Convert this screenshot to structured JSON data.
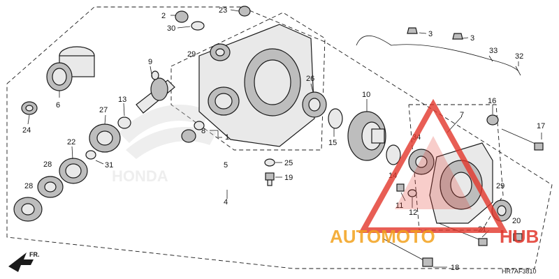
{
  "diagram": {
    "code": "HR7AF3810",
    "direction_label": "FR.",
    "watermark_brand": "HONDA",
    "overlay_brand_left": "AUTOMOTO",
    "overlay_brand_right": "HUB",
    "colors": {
      "overlay_red": "#e2362b",
      "overlay_orange": "#f3a21d",
      "ink": "#1a1a1a"
    }
  },
  "callouts": {
    "c1": "1",
    "c2": "2",
    "c3a": "3",
    "c3b": "3",
    "c4": "4",
    "c5": "5",
    "c6": "6",
    "c7": "7",
    "c8": "8",
    "c9": "9",
    "c10": "10",
    "c11": "11",
    "c12": "12",
    "c13": "13",
    "c14": "14",
    "c15": "15",
    "c16": "16",
    "c17": "17",
    "c18": "18",
    "c19": "19",
    "c20": "20",
    "c21": "21",
    "c22": "22",
    "c23": "23",
    "c24": "24",
    "c25": "25",
    "c26": "26",
    "c27": "27",
    "c28a": "28",
    "c28b": "28",
    "c29a": "29",
    "c29b": "29",
    "c30": "30",
    "c31": "31",
    "c32": "32",
    "c33": "33",
    "c34": "34"
  }
}
